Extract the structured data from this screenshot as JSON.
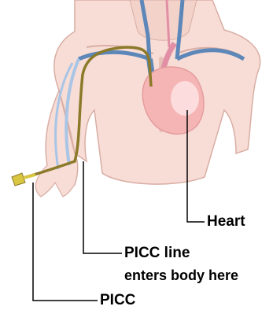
{
  "labels": {
    "heart": "Heart",
    "picc_line_enters_line1": "PICC line",
    "picc_line_enters_line2": "enters body here",
    "picc": "PICC"
  },
  "colors": {
    "skin": "#f7ddd6",
    "skin_outline": "#d9aea4",
    "heart": "#f5b5b5",
    "heart_highlight": "#fde3e3",
    "vein_blue": "#5c87b8",
    "vein_light": "#a9c5e6",
    "artery_pink": "#e28fa6",
    "catheter": "#8c7a2a",
    "catheter_tip": "#d9c640",
    "leader_line": "#000000"
  }
}
